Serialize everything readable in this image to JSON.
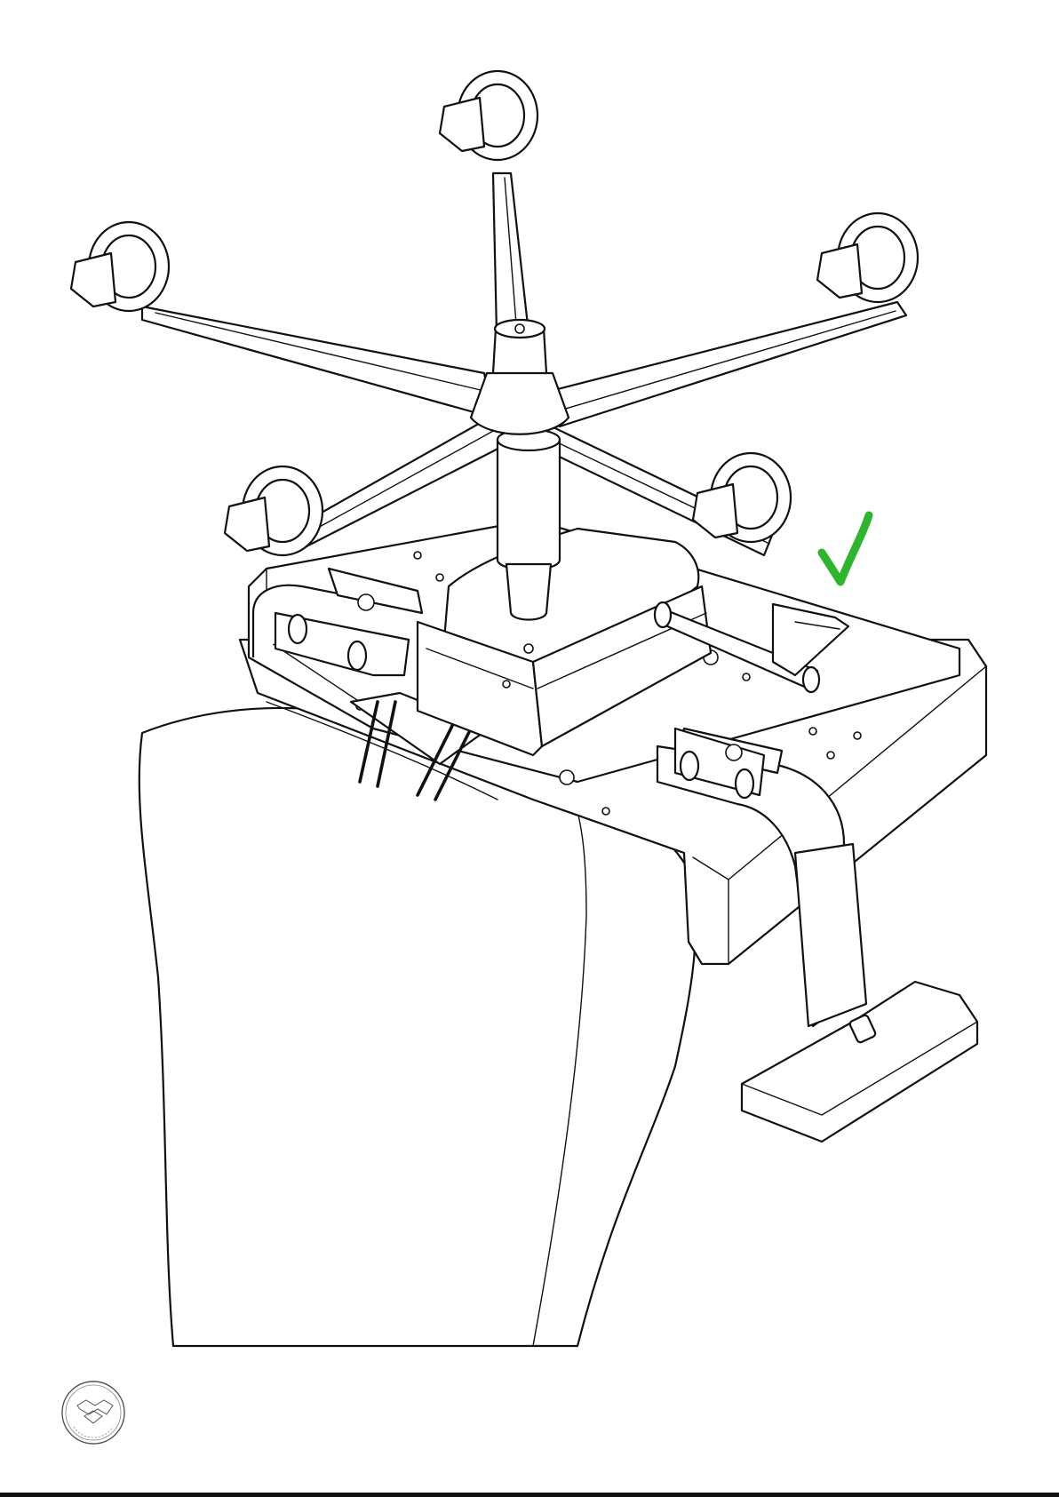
{
  "figure": {
    "colors": {
      "line": "#111111",
      "background": "#ffffff",
      "checkmark": "#2db52d"
    },
    "parts": [
      {
        "name": "five-star-base",
        "icon": "base-icon"
      },
      {
        "name": "caster-wheel",
        "icon": "wheel-icon",
        "count": 5
      },
      {
        "name": "gas-lift-cylinder",
        "icon": "cylinder-icon"
      },
      {
        "name": "seat-mechanism-plate",
        "icon": "mechanism-icon"
      },
      {
        "name": "adjustment-lever",
        "icon": "lever-icon"
      },
      {
        "name": "armrest",
        "icon": "armrest-icon",
        "count": 2
      },
      {
        "name": "seat-cushion",
        "icon": "seat-icon"
      },
      {
        "name": "backrest",
        "icon": "backrest-icon"
      }
    ],
    "status_icon": "checkmark-icon",
    "status": "correct",
    "logo_icon": "brand-seal-icon"
  }
}
